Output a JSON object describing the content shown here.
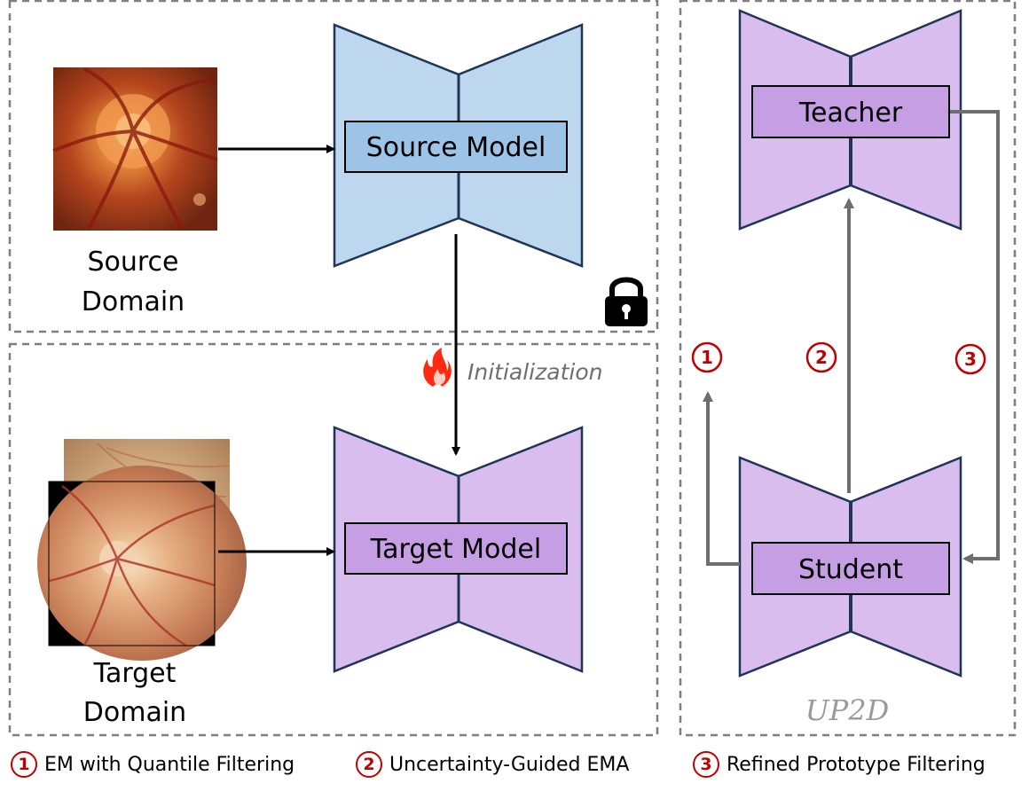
{
  "panels": {
    "source": {
      "domain_label_line1": "Source",
      "domain_label_line2": "Domain",
      "model_label": "Source Model",
      "lock_icon": "lock-icon"
    },
    "target": {
      "domain_label_line1": "Target",
      "domain_label_line2": "Domain",
      "model_label": "Target Model",
      "init_label": "Initialization",
      "fire_icon": "fire-icon"
    },
    "up2d": {
      "teacher_label": "Teacher",
      "student_label": "Student",
      "method_name": "UP2D",
      "step1": "1",
      "step2": "2",
      "step3": "3"
    }
  },
  "legend": [
    {
      "num": "1",
      "text": "EM with Quantile Filtering"
    },
    {
      "num": "2",
      "text": "Uncertainty-Guided EMA"
    },
    {
      "num": "3",
      "text": "Refined Prototype Filtering"
    }
  ],
  "colors": {
    "source_model_fill": "#bdd7ee",
    "source_label_fill": "#9dc3e6",
    "target_model_fill": "#d9bdee",
    "target_label_fill": "#c59ee4",
    "model_stroke": "#1f3456",
    "step_red": "#c00000",
    "arrow_gray": "#6e6e6e",
    "dashed_border": "#7f7f7f"
  }
}
